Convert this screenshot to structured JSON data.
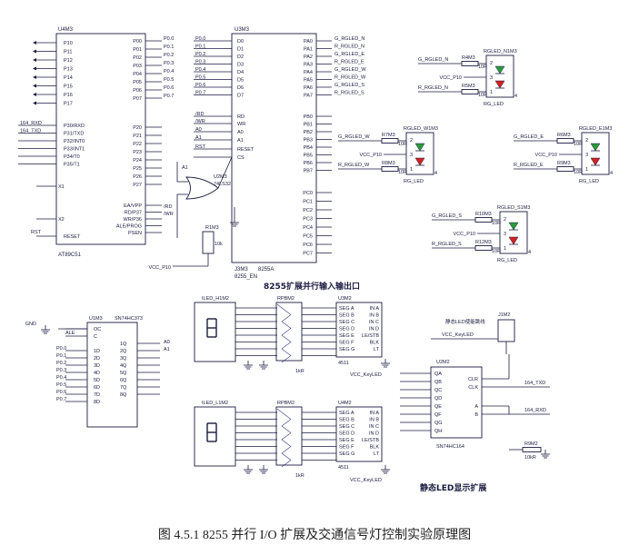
{
  "caption": "图 4.5.1   8255 并行 I/O 扩展及交通信号灯控制实验原理图",
  "u4m3": {
    "ref": "U4M3",
    "part": "AT89C51",
    "pins": [
      "P10",
      "P11",
      "P12",
      "P13",
      "P14",
      "P15",
      "P16",
      "P17",
      "P30/RXD",
      "P31/TXD",
      "P32/INT0",
      "P33/INT1",
      "P34/T0",
      "P35/T1",
      "X1",
      "X2",
      "RESET",
      "P00",
      "P01",
      "P02",
      "P03",
      "P04",
      "P05",
      "P06",
      "P07",
      "P20",
      "P21",
      "P22",
      "P23",
      "P24",
      "P25",
      "P26",
      "P27",
      "EA/VPP",
      "RD/P37",
      "WR/P36",
      "ALE/PROG",
      "PSEN"
    ],
    "nets": [
      "164_RXD",
      "164_TXD",
      "RST",
      "P0.0",
      "P0.1",
      "P0.2",
      "P0.3",
      "P0.4",
      "P0.5",
      "P0.6",
      "P0.7",
      "/RD",
      "/WR"
    ]
  },
  "u3m3": {
    "ref": "U3M3",
    "part": "8255A",
    "label": "8255_EN",
    "in_pins": [
      "D0",
      "D1",
      "D2",
      "D3",
      "D4",
      "D5",
      "D6",
      "D7",
      "RD",
      "WR",
      "A0",
      "A1",
      "RESET",
      "CS"
    ],
    "out_pins": [
      "PA0",
      "PA1",
      "PA2",
      "PA3",
      "PA4",
      "PA5",
      "PA6",
      "PA7",
      "PB0",
      "PB1",
      "PB2",
      "PB3",
      "PB4",
      "PB5",
      "PB6",
      "PB7",
      "PC0",
      "PC1",
      "PC2",
      "PC3",
      "PC4",
      "PC5",
      "PC6",
      "PC7"
    ],
    "pa_nets": [
      "G_RGLED_N",
      "R_RGLED_N",
      "G_RGLED_E",
      "R_RGLED_E",
      "G_RGLED_W",
      "R_RGLED_W",
      "G_RGLED_S",
      "R_RGLED_S"
    ],
    "in_nets": [
      "P0.0",
      "P0.1",
      "P0.2",
      "P0.3",
      "P0.4",
      "P0.5",
      "P0.6",
      "P0.7",
      "/RD",
      "/WR",
      "A0",
      "A1",
      "RST"
    ]
  },
  "u2m3": {
    "ref": "U2M3",
    "part": "74LS32",
    "label": "A1"
  },
  "j3m3": {
    "ref": "J3M3",
    "label": "8255A"
  },
  "r1m3": {
    "ref": "R1M3",
    "value": "10k"
  },
  "vcc_label": "VCC_P10",
  "leds": [
    {
      "ref": "RGLED_N1M3",
      "r1": "R4M3",
      "r2": "R5M3",
      "v": "10R",
      "g": "G_RGLED_N",
      "r": "R_RGLED_N",
      "vcc": "VCC_P10",
      "tag": "RG_LED"
    },
    {
      "ref": "RGLED_W1M3",
      "r1": "R7M3",
      "r2": "R8M3",
      "v": "10R",
      "g": "G_RGLED_W",
      "r": "R_RGLED_W",
      "vcc": "VCC_P10",
      "tag": "RG_LED"
    },
    {
      "ref": "RGLED_E1M3",
      "r1": "R6M3",
      "r2": "R9M3",
      "v": "10R",
      "g": "G_RGLED_E",
      "r": "R_RGLED_E",
      "vcc": "VCC_P10",
      "tag": "RG_LED"
    },
    {
      "ref": "RGLED_S1M3",
      "r1": "R10M3",
      "r2": "R12M3",
      "v": "10R",
      "g": "G_RGLED_S",
      "r": "R_RGLED_S",
      "vcc": "VCC_P10",
      "tag": "RG_LED"
    }
  ],
  "section_title": "8255扩展并行输入输出口",
  "u1m3": {
    "ref": "U1M3",
    "part": "SN74HC373",
    "pins_l": [
      "OC",
      "C",
      "1D",
      "2D",
      "3D",
      "4D",
      "5D",
      "6D",
      "7D",
      "8D"
    ],
    "pins_r": [
      "1Q",
      "2Q",
      "3Q",
      "4Q",
      "5Q",
      "6Q",
      "7Q",
      "8Q"
    ],
    "nets": [
      "P0.0",
      "P0.1",
      "P0.2",
      "P0.3",
      "P0.4",
      "P0.5",
      "P0.6",
      "P0.7"
    ],
    "ale": "ALE",
    "gnd": "GND",
    "out": [
      "A0",
      "A1"
    ]
  },
  "disp1": {
    "led": "ILED_H1M2",
    "rp": "RPBM2",
    "rpv": "1kR",
    "ic": "U3M2",
    "part": "4511"
  },
  "disp2": {
    "led": "ILED_L1M2",
    "rp": "RPBM2",
    "rpv": "1kR",
    "ic": "U4M2",
    "part": "4511"
  },
  "ic4511_pins_l": [
    "SEG A",
    "SEG B",
    "SEG C",
    "SEG D",
    "SEG E",
    "SEG F",
    "SEG G"
  ],
  "ic4511_pins_r": [
    "IN A",
    "IN B",
    "IN C",
    "IN D",
    "LE/STB",
    "BLK",
    "LT"
  ],
  "vcc_keyled": "VCC_KeyLED",
  "u2m2": {
    "ref": "U2M2",
    "part": "SN74HC164",
    "pins_l": [
      "QA",
      "QB",
      "QC",
      "QD",
      "QE",
      "QF",
      "QG",
      "QH"
    ],
    "pins_r": [
      "CLR",
      "CLK",
      "A",
      "B"
    ]
  },
  "j1m2": {
    "ref": "J1M2",
    "label": "静态LED使能跳线"
  },
  "r9m2": {
    "ref": "R9M2",
    "value": "10kR"
  },
  "net_164": [
    "164_TXD",
    "164_RXD"
  ],
  "static_title": "静态LED显示扩展"
}
